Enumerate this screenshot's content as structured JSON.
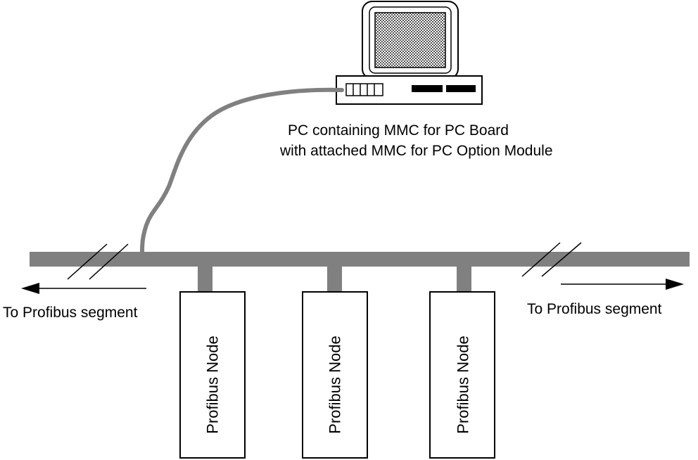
{
  "diagram": {
    "pc_caption_line1": "PC containing MMC for PC Board",
    "pc_caption_line2": "with attached MMC for PC Option Module",
    "segment_left_label": "To Profibus segment",
    "segment_right_label": "To Profibus segment",
    "nodes": [
      {
        "label": "Profibus Node"
      },
      {
        "label": "Profibus Node"
      },
      {
        "label": "Profibus Node"
      }
    ],
    "colors": {
      "bus": "#808080",
      "cable": "#808080",
      "line": "#000000",
      "screen_fill": "#7a7a7a",
      "background": "#ffffff"
    },
    "icons": [
      "pc-computer-icon",
      "arrow-left-icon",
      "arrow-right-icon"
    ]
  }
}
